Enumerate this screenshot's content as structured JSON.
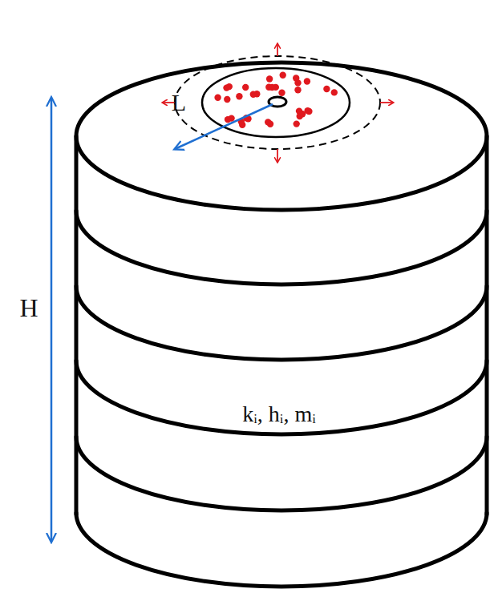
{
  "diagram": {
    "labels": [
      "H",
      "L",
      "kᵢ, hᵢ, mᵢ"
    ]
  }
}
